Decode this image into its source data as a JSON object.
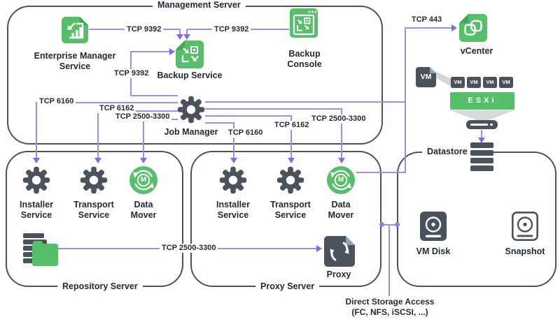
{
  "boxes": {
    "management": "Management Server",
    "repository": "Repository Server",
    "proxy": "Proxy Server",
    "datastore": "Datastore"
  },
  "nodes": {
    "enterprise_manager": {
      "line1": "Enterprise Manager",
      "line2": "Service"
    },
    "backup_service": {
      "label": "Backup Service"
    },
    "backup_console": {
      "line1": "Backup",
      "line2": "Console"
    },
    "job_manager": {
      "label": "Job Manager"
    },
    "vcenter": {
      "label": "vCenter"
    },
    "repository_installer_service": {
      "line1": "Installer",
      "line2": "Service"
    },
    "repository_transport_service": {
      "line1": "Transport",
      "line2": "Service"
    },
    "repository_data_mover": {
      "line1": "Data",
      "line2": "Mover"
    },
    "proxy_installer_service": {
      "line1": "Installer",
      "line2": "Service"
    },
    "proxy_transport_service": {
      "line1": "Transport",
      "line2": "Service"
    },
    "proxy_data_mover": {
      "line1": "Data",
      "line2": "Mover"
    },
    "proxy": {
      "label": "Proxy"
    },
    "vm_disk": {
      "label": "VM Disk"
    },
    "snapshot": {
      "label": "Snapshot"
    }
  },
  "esxi_stack": {
    "vm_large": "VM",
    "vm_small": [
      "VM",
      "VM",
      "VM",
      "VM"
    ],
    "esxi": "ESXi"
  },
  "data_mover_monogram": "M",
  "connections": {
    "tcp9392_em_to_backup_service": "TCP 9392",
    "tcp9392_console_to_backup_service": "TCP 9392",
    "tcp9392_job_manager_to_backup_service": "TCP 9392",
    "tcp443_to_vcenter": "TCP 443",
    "tcp6160_repository": "TCP 6160",
    "tcp6162_repository": "TCP 6162",
    "tcp2500_3300_repository": "TCP 2500-3300",
    "tcp6160_proxy": "TCP 6160",
    "tcp6162_proxy": "TCP 6162",
    "tcp2500_3300_proxy": "TCP 2500-3300",
    "tcp2500_3300_repo_to_proxy": "TCP 2500-3300",
    "direct_storage_access_line1": "Direct Storage Access",
    "direct_storage_access_line2": "(FC, NFS, iSCSI, ...)"
  },
  "colors": {
    "green": "#56BF6A",
    "green_dark": "#41A65A",
    "dark_slate": "#4A535C",
    "line_purple": "#9B8DF2",
    "arrow_purple": "#7E6CF0",
    "text": "#242A31"
  }
}
